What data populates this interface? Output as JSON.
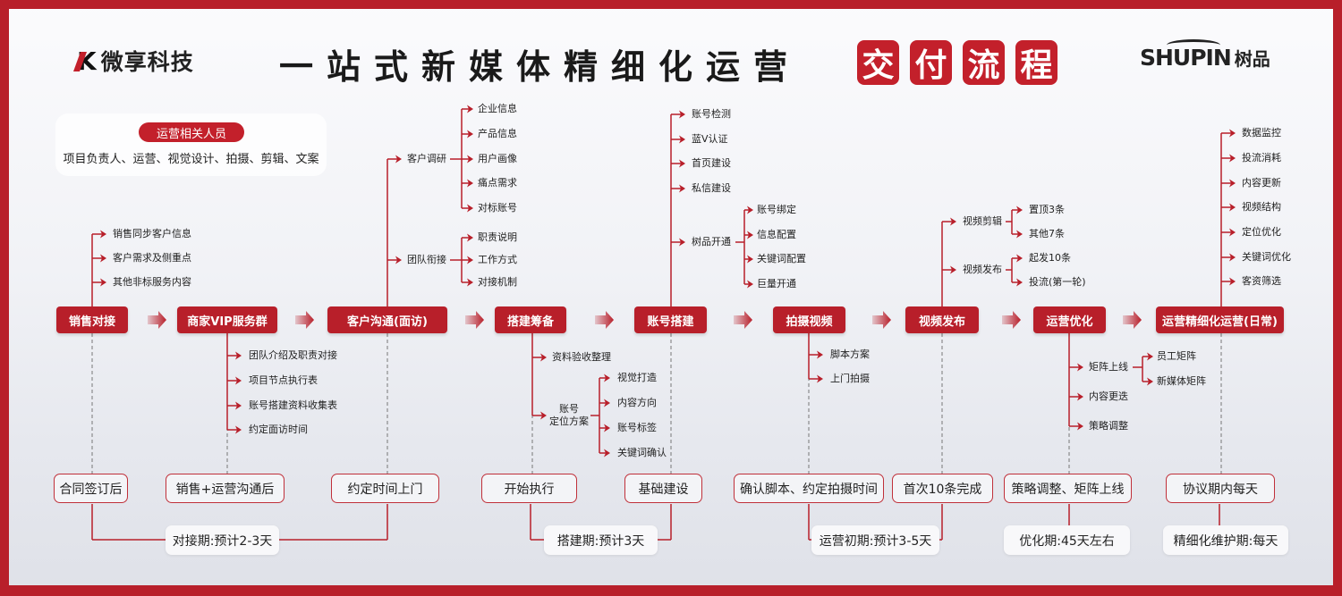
{
  "header": {
    "brand_left": "微享科技",
    "title": "一站式新媒体精细化运营",
    "highlight": [
      "交",
      "付",
      "流",
      "程"
    ],
    "brand_right_en": "SHUPIN",
    "brand_right_cn": "树品"
  },
  "staff": {
    "label": "运营相关人员",
    "members": "项目负责人、运营、视觉设计、拍摄、剪辑、文案"
  },
  "steps": [
    {
      "label": "销售对接",
      "milestone": "合同签订后",
      "items": [
        "销售同步客户信息",
        "客户需求及侧重点",
        "其他非标服务内容"
      ]
    },
    {
      "label": "商家VIP服务群",
      "milestone": "销售+运营沟通后",
      "items": [
        "团队介绍及职责对接",
        "项目节点执行表",
        "账号搭建资料收集表",
        "约定面访时间"
      ]
    },
    {
      "label": "客户沟通(面访)",
      "milestone": "约定时间上门",
      "groups": [
        {
          "label": "客户调研",
          "items": [
            "企业信息",
            "产品信息",
            "用户画像",
            "痛点需求",
            "对标账号"
          ]
        },
        {
          "label": "团队衔接",
          "items": [
            "职责说明",
            "工作方式",
            "对接机制"
          ]
        }
      ]
    },
    {
      "label": "搭建筹备",
      "milestone": "开始执行",
      "items": [
        "资料验收整理"
      ],
      "groups": [
        {
          "label": "账号\n定位方案",
          "items": [
            "视觉打造",
            "内容方向",
            "账号标签",
            "关键词确认"
          ]
        }
      ]
    },
    {
      "label": "账号搭建",
      "milestone": "基础建设",
      "items": [
        "账号检测",
        "蓝V认证",
        "首页建设",
        "私信建设"
      ],
      "groups": [
        {
          "label": "树品开通",
          "items": [
            "账号绑定",
            "信息配置",
            "关键词配置",
            "巨量开通"
          ]
        }
      ]
    },
    {
      "label": "拍摄视频",
      "milestone": "确认脚本、约定拍摄时间",
      "items": [
        "脚本方案",
        "上门拍摄"
      ]
    },
    {
      "label": "视频发布",
      "milestone": "首次10条完成",
      "groups": [
        {
          "label": "视频剪辑",
          "items": [
            "置顶3条",
            "其他7条"
          ]
        },
        {
          "label": "视频发布",
          "items": [
            "起发10条",
            "投流(第一轮)"
          ]
        }
      ]
    },
    {
      "label": "运营优化",
      "milestone": "策略调整、矩阵上线",
      "items": [
        "内容更迭",
        "策略调整"
      ],
      "groups": [
        {
          "label": "矩阵上线",
          "items": [
            "员工矩阵",
            "新媒体矩阵"
          ]
        }
      ]
    },
    {
      "label": "运营精细化运营(日常)",
      "milestone": "协议期内每天",
      "items": [
        "数据监控",
        "投流消耗",
        "内容更新",
        "视频结构",
        "定位优化",
        "关键词优化",
        "客资筛选"
      ]
    }
  ],
  "periods": [
    "对接期:预计2-3天",
    "搭建期:预计3天",
    "运营初期:预计3-5天",
    "优化期:45天左右",
    "精细化维护期:每天"
  ],
  "colors": {
    "accent": "#b81f2a",
    "text": "#222222"
  }
}
